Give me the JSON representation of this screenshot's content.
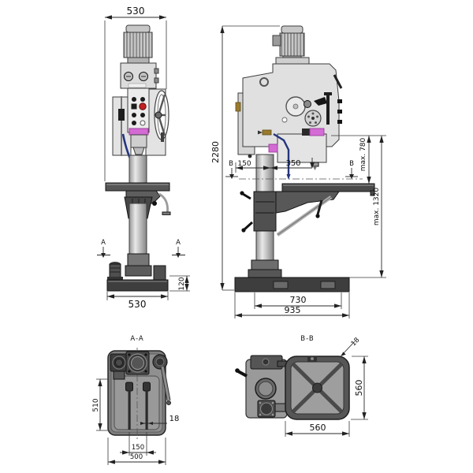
{
  "views": {
    "front": {
      "dim_width_top": "530",
      "dim_width_bottom": "530",
      "dim_base_height": "120",
      "section_letter": "A"
    },
    "side": {
      "dim_total_height": "2280",
      "dim_head_offset": "150",
      "dim_column_to_spindle": "350",
      "dim_spindle_to_table": "max. 780",
      "dim_spindle_to_base": "max. 1320",
      "dim_base_length": "730",
      "dim_overall_depth": "935",
      "section_letter": "B"
    },
    "aa": {
      "title": "A-A",
      "dim_tank_depth": "510",
      "dim_slot_width": "18",
      "dim_slot_spacing": "150",
      "dim_plate_width": "500"
    },
    "bb": {
      "title": "B-B",
      "dim_slot_width": "18",
      "dim_table_depth": "560",
      "dim_table_width": "560"
    }
  }
}
